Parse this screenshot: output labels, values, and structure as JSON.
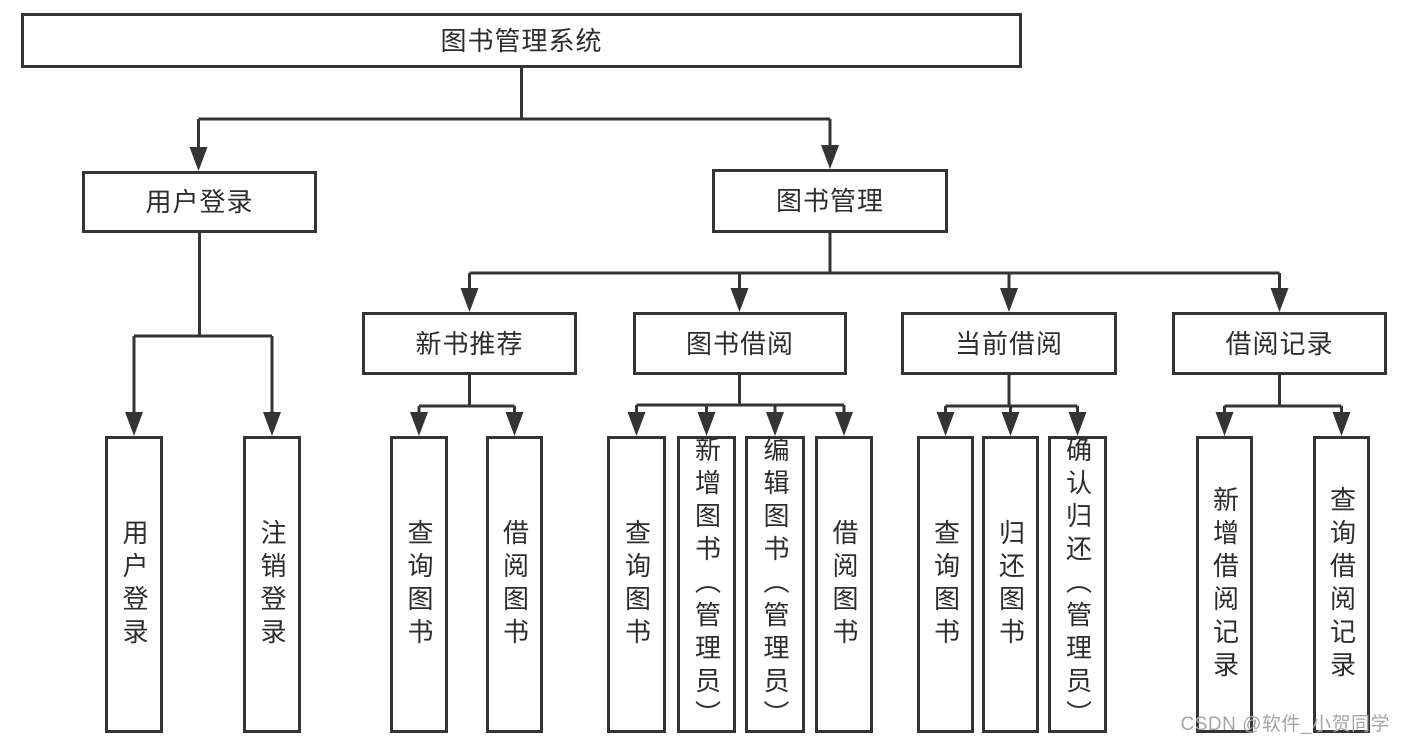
{
  "diagram": {
    "type": "tree",
    "title": "图书管理系统",
    "watermark": "CSDN @软件_小贺同学",
    "colors": {
      "line": "#343434",
      "box_border": "#343434",
      "text": "#2d2d2d",
      "background": "#ffffff",
      "watermark": "#a6a6a6"
    },
    "tree": {
      "root": {
        "label": "图书管理系统",
        "children": [
          {
            "label": "用户登录",
            "children": [
              {
                "label": "用户登录"
              },
              {
                "label": "注销登录"
              }
            ]
          },
          {
            "label": "图书管理",
            "children": [
              {
                "label": "新书推荐",
                "children": [
                  {
                    "label": "查询图书"
                  },
                  {
                    "label": "借阅图书"
                  }
                ]
              },
              {
                "label": "图书借阅",
                "children": [
                  {
                    "label": "查询图书"
                  },
                  {
                    "label": "新增图书（管理员）"
                  },
                  {
                    "label": "编辑图书（管理员）"
                  },
                  {
                    "label": "借阅图书"
                  }
                ]
              },
              {
                "label": "当前借阅",
                "children": [
                  {
                    "label": "查询图书"
                  },
                  {
                    "label": "归还图书"
                  },
                  {
                    "label": "确认归还（管理员）"
                  }
                ]
              },
              {
                "label": "借阅记录",
                "children": [
                  {
                    "label": "新增借阅记录"
                  },
                  {
                    "label": "查询借阅记录"
                  }
                ]
              }
            ]
          }
        ]
      }
    }
  }
}
